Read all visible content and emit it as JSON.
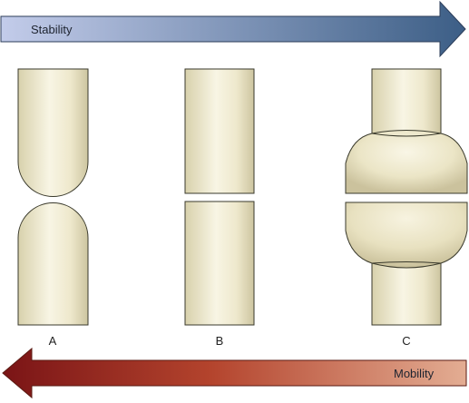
{
  "top_arrow": {
    "label": "Stability",
    "color_start": "#c3ccea",
    "color_end": "#3c5e86"
  },
  "bottom_arrow": {
    "label": "Mobility",
    "color_start": "#7a1416",
    "color_mid": "#b4442d",
    "color_end": "#e3ad93"
  },
  "panels": [
    {
      "id": "A",
      "label": "A"
    },
    {
      "id": "B",
      "label": "B"
    },
    {
      "id": "C",
      "label": "C"
    }
  ],
  "colors": {
    "bone_light": "#f6f2dc",
    "bone_dark": "#cfc7a2",
    "stroke": "#3a3a2c"
  }
}
